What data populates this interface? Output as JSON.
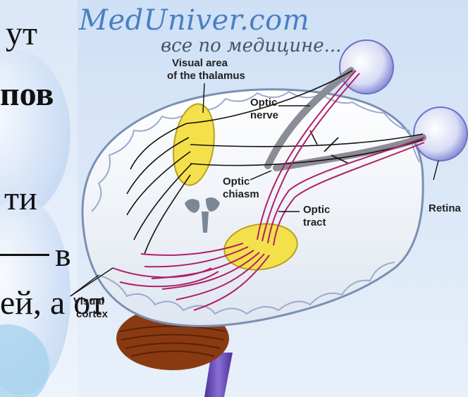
{
  "watermark": {
    "site": "MedUniver.com",
    "tagline": "все по медицине..."
  },
  "slide_fragments": {
    "line1": "ут",
    "line2": "пов",
    "line3": "ти",
    "line4": "в",
    "line5": "ей, а от"
  },
  "diagram_labels": {
    "visual_area_thalamus": [
      "Visual area",
      "of the thalamus"
    ],
    "optic_nerve": [
      "Optic",
      "nerve"
    ],
    "optic_chiasm": [
      "Optic",
      "chiasm"
    ],
    "optic_tract": [
      "Optic",
      "tract"
    ],
    "retina": "Retina",
    "visual_cortex": [
      "Visual",
      "cortex"
    ]
  },
  "colors": {
    "nerve_pathway": "#b0206a",
    "thalamus_nucleus": "#f4e04a",
    "brain_tissue": "#eef2f8",
    "cerebellum": "#8a3a12",
    "brainstem": "#6a4fb3"
  }
}
